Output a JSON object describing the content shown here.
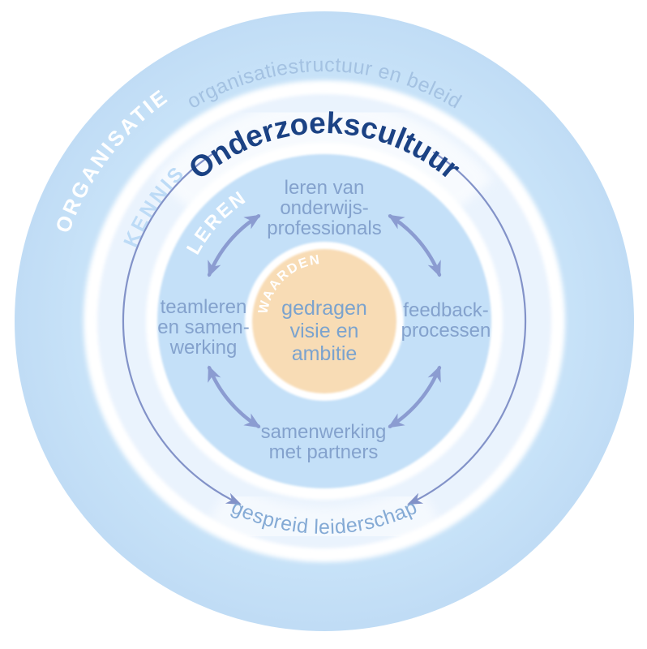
{
  "diagram": {
    "title": "Onderzoekscultuur",
    "outer_ring": {
      "label": "ORGANISATIE",
      "arc_text": "organisatiestructuur en beleid"
    },
    "kennis_ring": {
      "label": "KENNIS",
      "arc_text_bottom": "gespreid leiderschap"
    },
    "leren_ring": {
      "label": "LEREN",
      "items": {
        "top": {
          "lines": [
            "leren van",
            "onderwijs-",
            "professionals"
          ]
        },
        "right": {
          "lines": [
            "feedback-",
            "processen"
          ]
        },
        "bottom": {
          "lines": [
            "samenwerking",
            "met partners"
          ]
        },
        "left": {
          "lines": [
            "teamleren",
            "en samen-",
            "werking"
          ]
        }
      }
    },
    "center": {
      "label": "WAARDEN",
      "lines": [
        "gedragen",
        "visie en",
        "ambitie"
      ]
    },
    "colors": {
      "outer_blue": "#C7E2F8",
      "ring_light_blue": "#EAF3FD",
      "inner_blue": "#C4E0F8",
      "center_peach": "#F8DCB5",
      "separator_white": "#FFFFFF",
      "title_navy": "#1B4284",
      "item_text_blue": "#84A2CD",
      "center_text_blue": "#7BA3CE",
      "arrow_periwinkle": "#8B9CD1",
      "ring_arrow_periwinkle": "#8292C8",
      "outer_arc_text_blue": "#A4C2E2",
      "bottom_arc_text_blue": "#84AAD5",
      "kennis_label_blue": "#BDDBF6"
    }
  }
}
